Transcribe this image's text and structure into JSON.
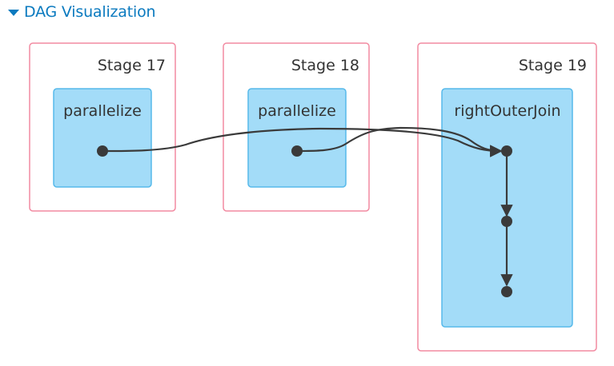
{
  "header": {
    "title": "DAG Visualization",
    "toggle_icon": "triangle-down-icon",
    "accent_color": "#0b7abf"
  },
  "dag": {
    "stages": [
      {
        "id": "stage-17",
        "label": "Stage 17",
        "operation": "parallelize"
      },
      {
        "id": "stage-18",
        "label": "Stage 18",
        "operation": "parallelize"
      },
      {
        "id": "stage-19",
        "label": "Stage 19",
        "operation": "rightOuterJoin"
      }
    ],
    "colors": {
      "stage_border": "#f28aa1",
      "operation_fill": "#a3dcf8",
      "operation_border": "#56b9ea",
      "edge": "#3a3a3a"
    }
  }
}
